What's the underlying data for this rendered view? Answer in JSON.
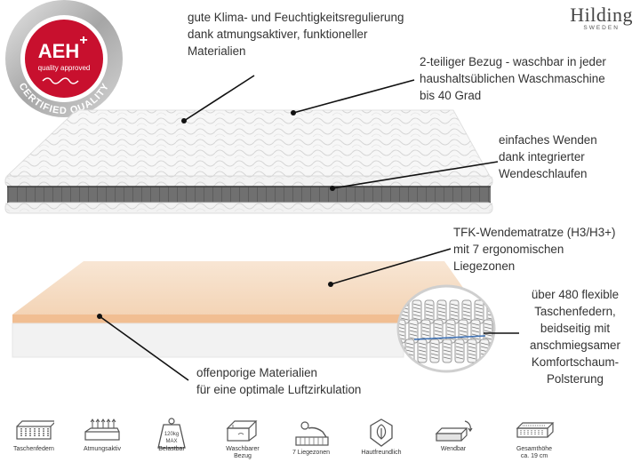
{
  "brand": {
    "name": "Hilding",
    "sub": "SWEDEN"
  },
  "seal": {
    "title": "AEH",
    "plus": "+",
    "subtitle": "quality approved",
    "ring_text": "CERTIFIED QUALITY"
  },
  "callouts": {
    "klima": [
      "gute Klima- und Feuchtigkeitsregulierung",
      "dank atmungsaktiver, funktioneller",
      "Materialien"
    ],
    "bezug": [
      "2-teiliger Bezug - waschbar in jeder",
      "haushaltsüblichen Waschmaschine",
      "bis 40 Grad"
    ],
    "wenden": [
      "einfaches Wenden",
      "dank integrierter",
      "Wendeschlaufen"
    ],
    "tfk": [
      "TFK-Wendematratze (H3/H3+)",
      "mit 7 ergonomischen",
      "Liegezonen"
    ],
    "taschen": [
      "über 480 flexible",
      "Taschenfedern,",
      "beidseitig mit",
      "anschmiegsamer",
      "Komfortschaum-",
      "Polsterung"
    ],
    "offen": [
      "offenporige Materialien",
      "für eine optimale Luftzirkulation"
    ]
  },
  "icons": [
    {
      "icon": "pocket-springs-icon",
      "label": "Taschenfedern"
    },
    {
      "icon": "breathable-icon",
      "label": "Atmungsaktiv"
    },
    {
      "icon": "weight-icon",
      "label": "Belastbar",
      "badge": "120kg MAX"
    },
    {
      "icon": "washable-cover-icon",
      "label": "Waschbarer Bezug"
    },
    {
      "icon": "zones-icon",
      "label": "7 Liegezonen"
    },
    {
      "icon": "skin-friendly-icon",
      "label": "Hautfreundlich"
    },
    {
      "icon": "turnable-icon",
      "label": "Wendbar"
    },
    {
      "icon": "height-icon",
      "label": "Gesamthöhe ca. 19 cm"
    }
  ],
  "colors": {
    "seal_red": "#c8102e",
    "ring_grey": "#9a9a9a",
    "foam_peach": "#f3c9a4",
    "border_grey": "#6d6d6d"
  }
}
